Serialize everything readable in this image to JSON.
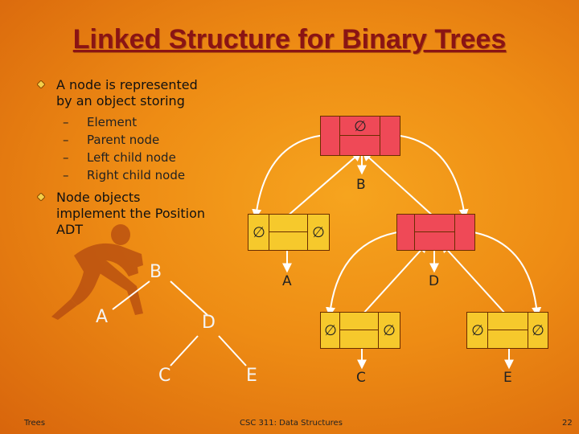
{
  "title": "Linked Structure for Binary Trees",
  "bullets": [
    {
      "text_line1": "A node is represented",
      "text_line2": "by an object storing"
    },
    {
      "text_line1": "Node objects",
      "text_line2": "implement the Position",
      "text_line3": "ADT"
    }
  ],
  "sub_items": [
    "Element",
    "Parent node",
    "Left child node",
    "Right child node"
  ],
  "dash": "–",
  "null_symbol": "∅",
  "small_tree": {
    "root": "B",
    "left": "A",
    "right": "D",
    "right_left": "C",
    "right_right": "E"
  },
  "element_labels": {
    "root": "B",
    "node_a": "A",
    "node_d": "D",
    "node_c": "C",
    "node_e": "E"
  },
  "footer": {
    "left": "Trees",
    "center": "CSC 311: Data Structures",
    "page": "22"
  },
  "colors": {
    "title": "#8a1414",
    "red_node": "#ef4957",
    "yellow_node": "#f6c92c",
    "background": "#ee8c14"
  }
}
